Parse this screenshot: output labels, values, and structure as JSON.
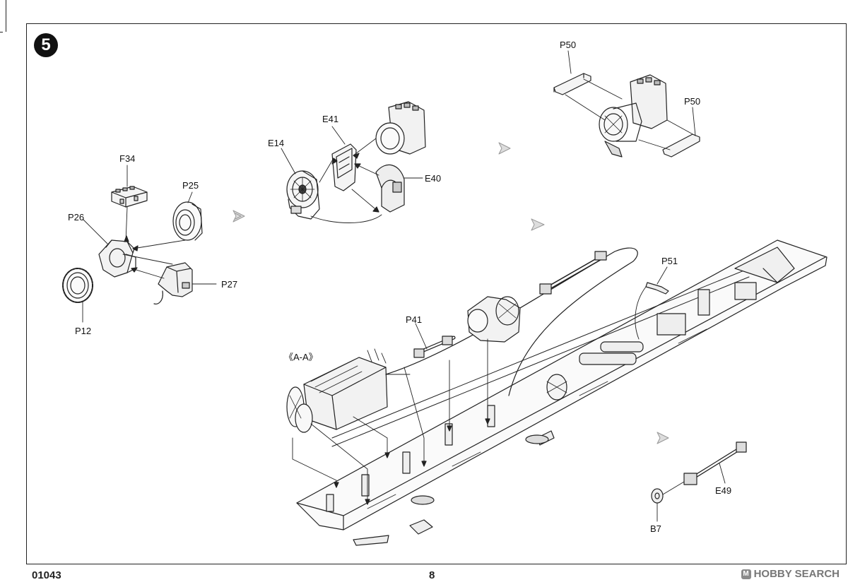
{
  "step_number": "5",
  "parts": {
    "f34": "F34",
    "p25": "P25",
    "p26": "P26",
    "p27": "P27",
    "p12": "P12",
    "e41": "E41",
    "e14": "E14",
    "e40": "E40",
    "p50_top": "P50",
    "p50_right": "P50",
    "p51": "P51",
    "p41": "P41",
    "aa": "《A-A》",
    "e49": "E49",
    "b7": "B7"
  },
  "footer": {
    "code": "01043",
    "page": "8"
  },
  "watermark": {
    "logo": "M",
    "text": "HOBBY SEARCH"
  }
}
